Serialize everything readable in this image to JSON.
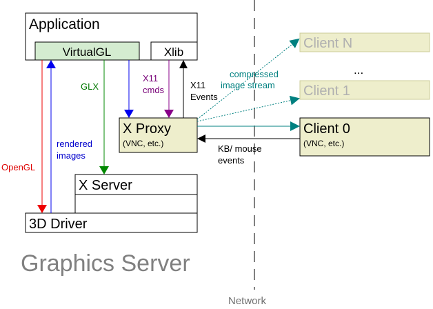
{
  "boxes": {
    "application": "Application",
    "virtualgl": "VirtualGL",
    "xlib": "Xlib",
    "x_proxy": "X Proxy",
    "x_proxy_sub": "(VNC, etc.)",
    "x_server": "X Server",
    "driver_3d": "3D Driver",
    "client_0": "Client 0",
    "client_0_sub": "(VNC, etc.)",
    "client_1": "Client 1",
    "client_n": "Client N",
    "ellipsis": "..."
  },
  "labels": {
    "glx": "GLX",
    "x11_cmds_1": "X11",
    "x11_cmds_2": "cmds",
    "x11_events_1": "X11",
    "x11_events_2": "Events",
    "opengl": "OpenGL",
    "rendered_1": "rendered",
    "rendered_2": "images",
    "compressed_1": "compressed",
    "compressed_2": "image stream",
    "kb_mouse_1": "KB/ mouse",
    "kb_mouse_2": "events",
    "graphics_server": "Graphics Server",
    "network": "Network"
  },
  "colors": {
    "virtualgl_fill": "#d4ecd0",
    "client_fill": "#eeeecc",
    "client_faded_border": "#cccc99",
    "client_faded_text": "#b0b0b0",
    "opengl": "#dd0000",
    "rendered": "#0000cc",
    "glx": "#007700",
    "x11_cmds": "#770077",
    "compressed": "#008080",
    "network_line": "#000000",
    "graphics_server_text": "#808080",
    "network_text": "#707070"
  }
}
